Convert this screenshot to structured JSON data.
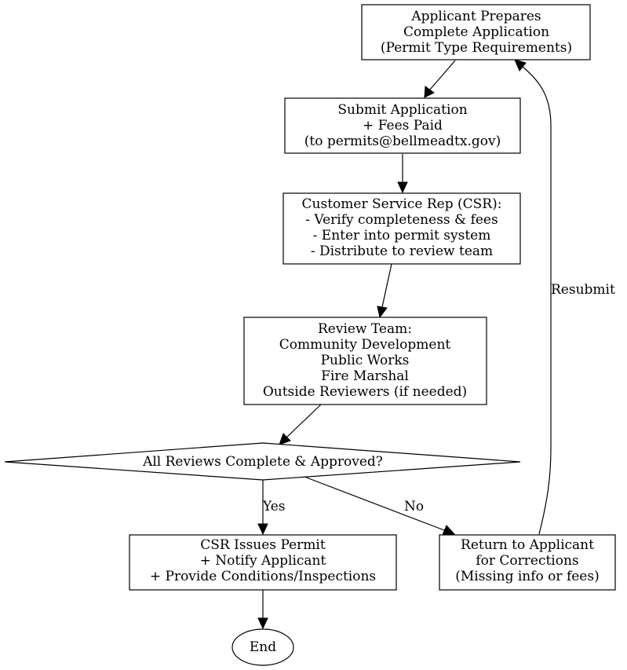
{
  "nodes": {
    "prepare": {
      "lines": [
        "Applicant Prepares",
        "Complete Application",
        "(Permit Type Requirements)"
      ]
    },
    "submit": {
      "lines": [
        "Submit Application",
        "+ Fees Paid",
        "(to permits@bellmeadtx.gov)"
      ]
    },
    "csr": {
      "lines": [
        "Customer Service Rep (CSR):",
        "- Verify completeness & fees",
        "- Enter into permit system",
        "- Distribute to review team"
      ]
    },
    "review": {
      "lines": [
        "Review Team:",
        "Community Development",
        "Public Works",
        "Fire Marshal",
        "Outside Reviewers (if needed)"
      ]
    },
    "decision": {
      "lines": [
        "All Reviews Complete & Approved?"
      ]
    },
    "issue": {
      "lines": [
        "CSR Issues Permit",
        "+ Notify Applicant",
        "+ Provide Conditions/Inspections"
      ]
    },
    "return": {
      "lines": [
        "Return to Applicant",
        "for Corrections",
        "(Missing info or fees)"
      ]
    },
    "end": {
      "lines": [
        "End"
      ]
    }
  },
  "edges": {
    "yes_label": "Yes",
    "no_label": "No",
    "resubmit_label": "Resubmit"
  }
}
